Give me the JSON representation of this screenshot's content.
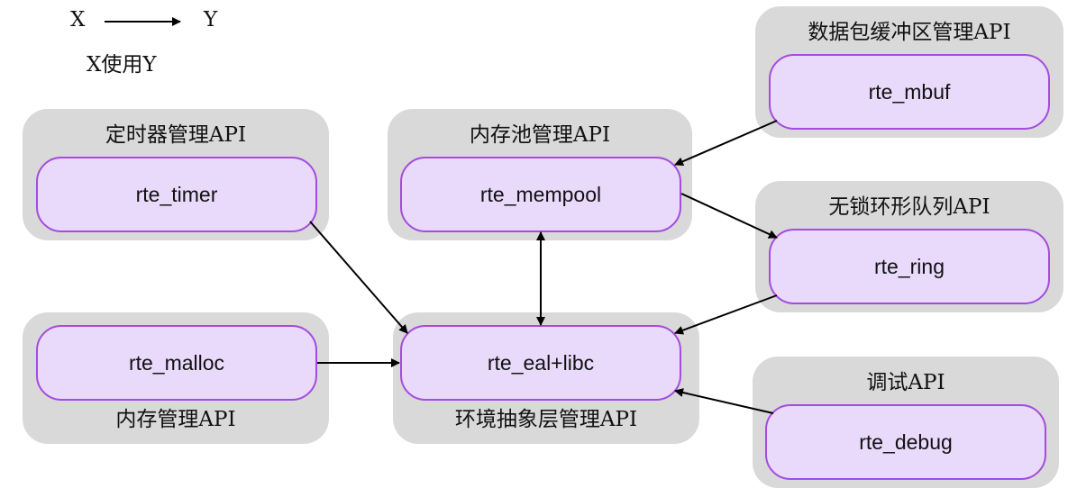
{
  "legend": {
    "from": "X",
    "to": "Y",
    "caption": "X使用Y"
  },
  "clusters": {
    "timer": {
      "label": "定时器管理API",
      "node": "rte_timer"
    },
    "mempool": {
      "label": "内存池管理API",
      "node": "rte_mempool"
    },
    "mbuf": {
      "label": "数据包缓冲区管理API",
      "node": "rte_mbuf"
    },
    "ring": {
      "label": "无锁环形队列API",
      "node": "rte_ring"
    },
    "malloc": {
      "label": "内存管理API",
      "node": "rte_malloc"
    },
    "eal": {
      "label": "环境抽象层管理API",
      "node": "rte_eal+libc"
    },
    "debug": {
      "label": "调试API",
      "node": "rte_debug"
    }
  },
  "edges": [
    {
      "from": "rte_timer",
      "to": "rte_eal+libc"
    },
    {
      "from": "rte_malloc",
      "to": "rte_eal+libc"
    },
    {
      "from": "rte_mempool",
      "to": "rte_eal+libc",
      "bidirectional": true
    },
    {
      "from": "rte_mempool",
      "to": "rte_ring"
    },
    {
      "from": "rte_mbuf",
      "to": "rte_mempool"
    },
    {
      "from": "rte_ring",
      "to": "rte_eal+libc"
    },
    {
      "from": "rte_debug",
      "to": "rte_eal+libc"
    }
  ],
  "colors": {
    "cluster_fill": "#d9d9d9",
    "node_fill": "#e9d9fb",
    "node_border": "#a44be0",
    "edge": "#000000"
  }
}
